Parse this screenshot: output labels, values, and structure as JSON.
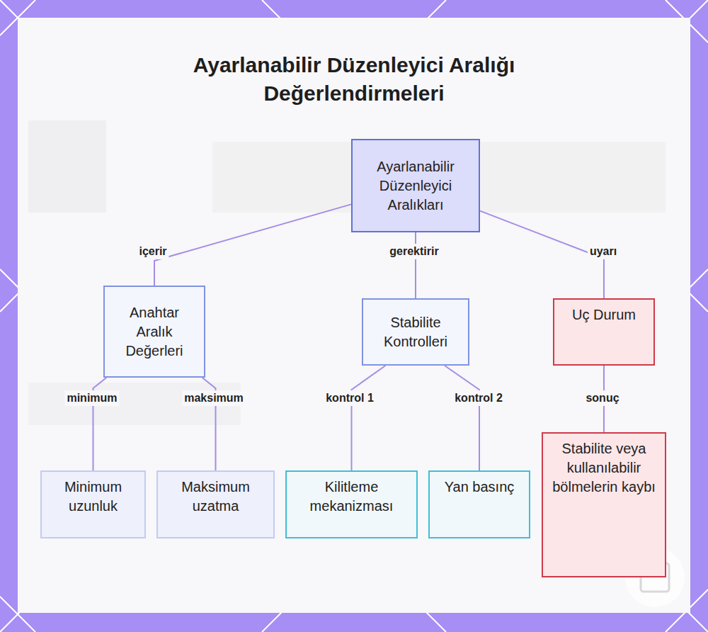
{
  "diagram": {
    "title": "Ayarlanabilir Düzenleyici Aralığı Değerlendirmeleri",
    "nodes": [
      {
        "text": [
          "Ayarlanabilir Düzenleyici Aralıkları"
        ]
      },
      {
        "text": [
          "Anahtar Aralık Değerleri"
        ]
      },
      {
        "text": [
          "Stabilite Kontrolleri"
        ]
      },
      {
        "text": [
          "Uç Durum"
        ]
      },
      {
        "text": [
          "Minimum uzunluk"
        ]
      },
      {
        "text": [
          "Maksimum uzatma"
        ]
      },
      {
        "text": [
          "Kilitleme mekanizması"
        ]
      },
      {
        "text": [
          "Yan basınç"
        ]
      },
      {
        "text": [
          "Stabilite veya kullanılabilir bölmelerin kaybı"
        ]
      }
    ],
    "edges": [
      {
        "from": 0,
        "to": 1,
        "label": "içerir",
        "arrow": "none"
      },
      {
        "from": 0,
        "to": 2,
        "label": "gerektirir",
        "arrow": "none"
      },
      {
        "from": 0,
        "to": 3,
        "label": "uyarı",
        "arrow": "none"
      },
      {
        "from": 1,
        "to": 4,
        "label": "minimum",
        "arrow": "none"
      },
      {
        "from": 1,
        "to": 5,
        "label": "maksimum",
        "arrow": "none"
      },
      {
        "from": 2,
        "to": 6,
        "label": "kontrol 1",
        "arrow": "none"
      },
      {
        "from": 2,
        "to": 7,
        "label": "kontrol 2",
        "arrow": "none"
      },
      {
        "from": 3,
        "to": 8,
        "label": "sonuç",
        "arrow": "none"
      }
    ]
  }
}
